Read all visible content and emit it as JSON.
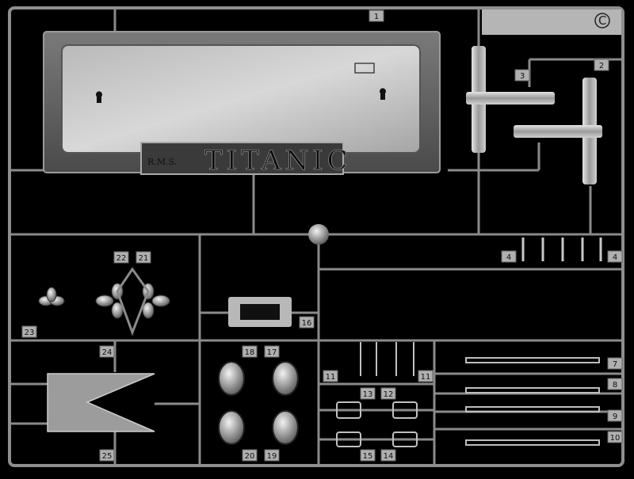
{
  "plate": {
    "title_prefix": "R.M.S.",
    "title": "TITANIC",
    "copyright": "C",
    "part_numbers": [
      "1",
      "2",
      "3",
      "4",
      "4",
      "7",
      "8",
      "9",
      "10",
      "11",
      "11",
      "12",
      "13",
      "14",
      "15",
      "16",
      "17",
      "18",
      "19",
      "20",
      "21",
      "22",
      "23",
      "24",
      "25"
    ]
  },
  "colors": {
    "background": "#000000",
    "sprue": "#8e8e8e",
    "plastic_light": "#cfcfcf",
    "plastic_dark": "#6a6a6a"
  }
}
